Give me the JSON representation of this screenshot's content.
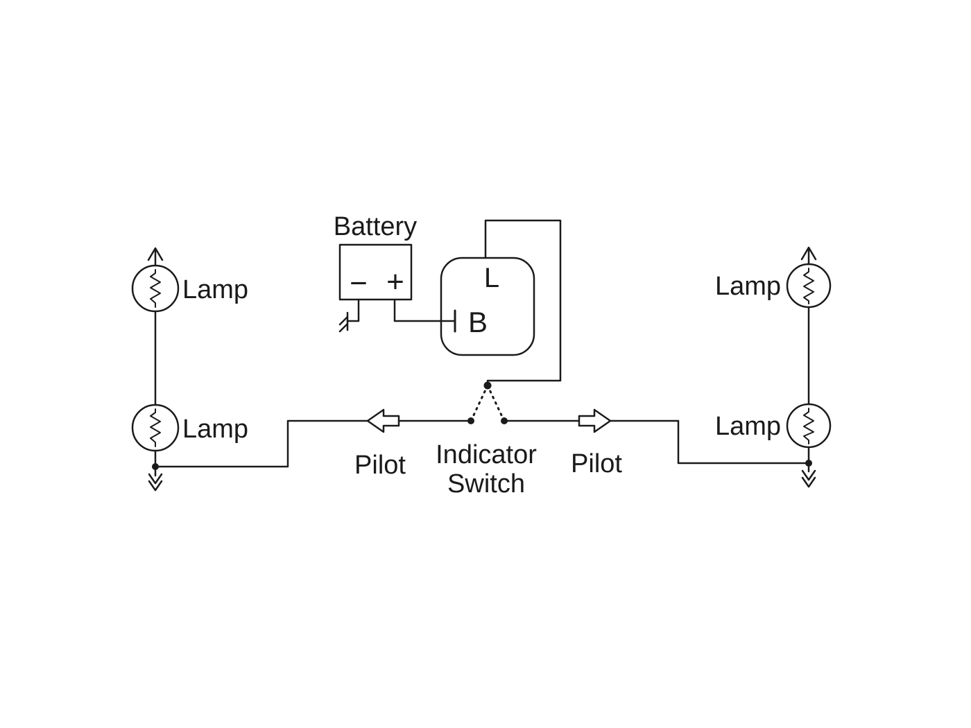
{
  "colors": {
    "line": "#1a1a1a",
    "background": "#ffffff"
  },
  "labels": {
    "battery": "Battery",
    "battery_minus": "−",
    "battery_plus": "+",
    "terminal_l": "L",
    "terminal_b": "B",
    "lamp_left_top": "Lamp",
    "lamp_left_bottom": "Lamp",
    "lamp_right_top": "Lamp",
    "lamp_right_bottom": "Lamp",
    "pilot_left": "Pilot",
    "pilot_right": "Pilot",
    "indicator_line1": "Indicator",
    "indicator_line2": "Switch"
  },
  "components": [
    {
      "name": "battery",
      "label": "Battery",
      "terminals": [
        "−",
        "+"
      ]
    },
    {
      "name": "flasher-unit",
      "terminals": [
        "L",
        "B"
      ]
    },
    {
      "name": "lamp",
      "side": "left",
      "position": "top",
      "label": "Lamp"
    },
    {
      "name": "lamp",
      "side": "left",
      "position": "bottom",
      "label": "Lamp"
    },
    {
      "name": "lamp",
      "side": "right",
      "position": "top",
      "label": "Lamp"
    },
    {
      "name": "lamp",
      "side": "right",
      "position": "bottom",
      "label": "Lamp"
    },
    {
      "name": "indicator-switch",
      "label": "Indicator Switch"
    },
    {
      "name": "pilot-arrow",
      "side": "left",
      "label": "Pilot",
      "direction": "left"
    },
    {
      "name": "pilot-arrow",
      "side": "right",
      "label": "Pilot",
      "direction": "right"
    }
  ]
}
